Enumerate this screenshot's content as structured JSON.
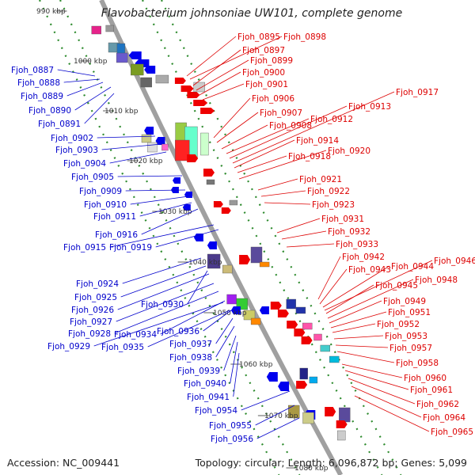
{
  "title": "Flavobacterium johnsoniae UW101, complete genome",
  "footer": {
    "accession": "Accession: NC_009441",
    "topology": "Topology: circular; Length: 6,096,872 bp; Genes: 5,099"
  },
  "colors": {
    "forward_label": "#dd0000",
    "reverse_label": "#0000cc",
    "backbone": "#a0a0a0",
    "tick": "#2e8b2e"
  },
  "scale_ticks": [
    "990 kbp",
    "1000 kbp",
    "1010 kbp",
    "1020 kbp",
    "1030 kbp",
    "1040 kbp",
    "1050 kbp",
    "1060 kbp",
    "1070 kbp",
    "1080 kbp"
  ],
  "reverse_genes": [
    "Fjoh_0887",
    "Fjoh_0888",
    "Fjoh_0889",
    "Fjoh_0890",
    "Fjoh_0891",
    "Fjoh_0902",
    "Fjoh_0903",
    "Fjoh_0904",
    "Fjoh_0905",
    "Fjoh_0909",
    "Fjoh_0910",
    "Fjoh_0911",
    "Fjoh_0916",
    "Fjoh_0915",
    "Fjoh_0919",
    "Fjoh_0924",
    "Fjoh_0925",
    "Fjoh_0926",
    "Fjoh_0927",
    "Fjoh_0928",
    "Fjoh_0929",
    "Fjoh_0930",
    "Fjoh_0934",
    "Fjoh_0935",
    "Fjoh_0936",
    "Fjoh_0937",
    "Fjoh_0938",
    "Fjoh_0939",
    "Fjoh_0940",
    "Fjoh_0941",
    "Fjoh_0954",
    "Fjoh_0955",
    "Fjoh_0956"
  ],
  "forward_genes": [
    "Fjoh_0895",
    "Fjoh_0898",
    "Fjoh_0897",
    "Fjoh_0899",
    "Fjoh_0900",
    "Fjoh_0901",
    "Fjoh_0906",
    "Fjoh_0907",
    "Fjoh_0908",
    "Fjoh_0912",
    "Fjoh_0913",
    "Fjoh_0917",
    "Fjoh_0914",
    "Fjoh_0918",
    "Fjoh_0920",
    "Fjoh_0921",
    "Fjoh_0922",
    "Fjoh_0923",
    "Fjoh_0931",
    "Fjoh_0932",
    "Fjoh_0933",
    "Fjoh_0942",
    "Fjoh_0943",
    "Fjoh_0944",
    "Fjoh_0946",
    "Fjoh_0945",
    "Fjoh_0948",
    "Fjoh_0949",
    "Fjoh_0951",
    "Fjoh_0952",
    "Fjoh_0953",
    "Fjoh_0957",
    "Fjoh_0958",
    "Fjoh_0960",
    "Fjoh_0961",
    "Fjoh_0962",
    "Fjoh_0964",
    "Fjoh_0965"
  ]
}
